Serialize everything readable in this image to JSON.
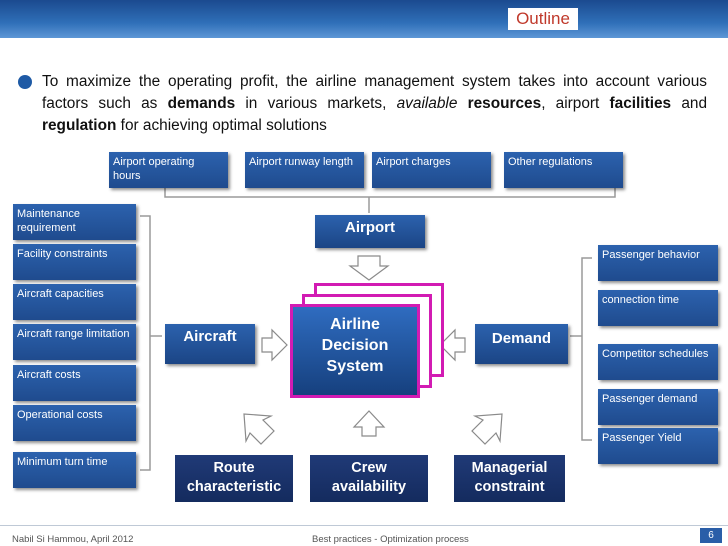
{
  "header": {
    "outline_label": "Outline",
    "title": "Airline management system"
  },
  "bullet": {
    "text_1": "To maximize the operating profit, the airline management system takes into account various factors such as ",
    "bold_1": "demands",
    "text_2": " in various markets, ",
    "italic_1": "available",
    "bold_2": " resources",
    "text_3": ", airport ",
    "bold_3": "facilities",
    "text_4": " and ",
    "bold_4": "regulation",
    "text_5": " for achieving optimal solutions"
  },
  "top_boxes": [
    "Airport operating hours",
    "Airport runway length",
    "Airport charges",
    "Other regulations"
  ],
  "left_boxes": [
    "Maintenance requirement",
    "Facility constraints",
    "Aircraft capacities",
    "Aircraft range limitation",
    "Aircraft costs",
    "Operational costs",
    "Minimum turn time"
  ],
  "right_boxes": [
    "Passenger behavior",
    "connection time",
    "Competitor schedules",
    "Passenger demand",
    "Passenger Yield"
  ],
  "hubs": {
    "airport": "Airport",
    "aircraft": "Aircraft",
    "demand": "Demand"
  },
  "center": {
    "line1": "Airline",
    "line2": "Decision",
    "line3": "System"
  },
  "bottom_boxes": {
    "route_1": "Route",
    "route_2": "characteristic",
    "crew_1": "Crew",
    "crew_2": "availability",
    "managerial_1": "Managerial",
    "managerial_2": "constraint"
  },
  "footer": {
    "author": "Nabil Si Hammou, April 2012",
    "topic": "Best practices - Optimization process",
    "page": "6"
  },
  "colors": {
    "box_blue": "#2c62ae",
    "navy": "#1a3369",
    "decision_border": "#d21bb3",
    "outline_red": "#c0392b"
  }
}
